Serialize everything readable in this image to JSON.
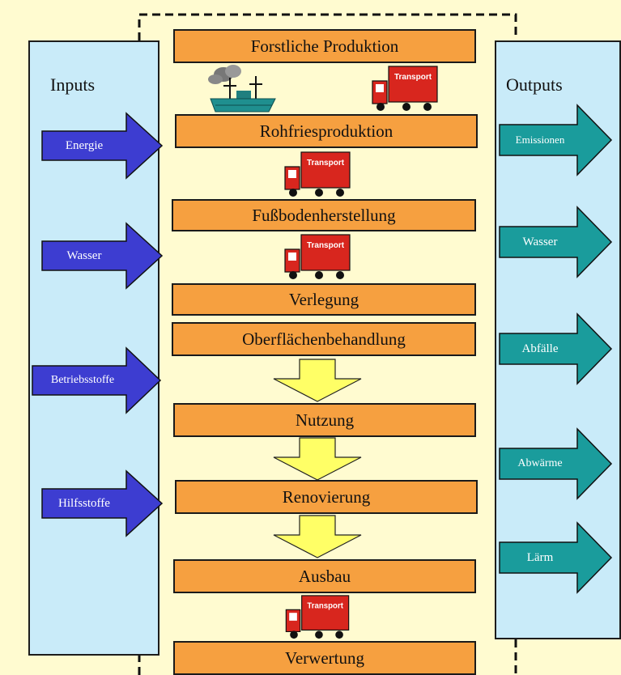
{
  "inputs_title": "Inputs",
  "outputs_title": "Outputs",
  "stages": [
    "Forstliche Produktion",
    "Rohfriesproduktion",
    "Fußbodenherstellung",
    "Verlegung",
    "Oberflächenbehandlung",
    "Nutzung",
    "Renovierung",
    "Ausbau",
    "Verwertung"
  ],
  "inputs": [
    "Energie",
    "Wasser",
    "Betriebsstoffe",
    "Hilfsstoffe"
  ],
  "outputs": [
    "Emissionen",
    "Wasser",
    "Abfälle",
    "Abwärme",
    "Lärm"
  ],
  "truck_label": "Transport",
  "colors": {
    "background": "#fffbd0",
    "panel": "#c9ebf9",
    "stage": "#f6a040",
    "input_arrow": "#3d3dd1",
    "output_arrow": "#1a9c9c",
    "flow_arrow": "#ffff66",
    "truck": "#d8261e"
  }
}
